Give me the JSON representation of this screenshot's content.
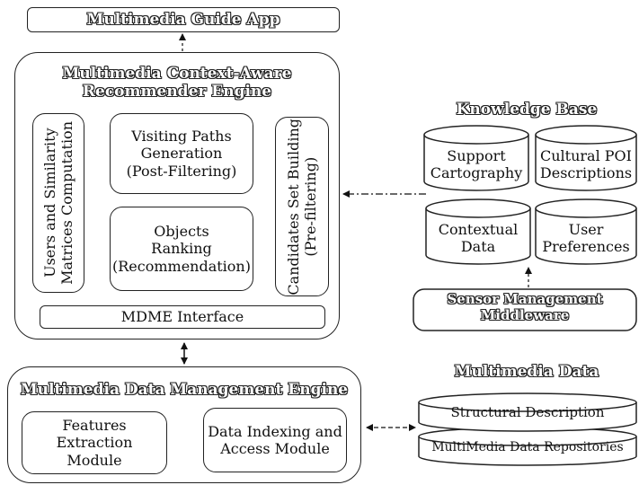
{
  "app": {
    "label": "Multimedia Guide App"
  },
  "recommender": {
    "title": "Multimedia Context-Aware\nRecommender Engine",
    "users_matrices": "Users and Similarity\nMatrices Computation",
    "visiting_paths": "Visiting Paths\nGeneration\n(Post-Filtering)",
    "objects_ranking": "Objects\nRanking\n(Recommendation)",
    "candidates": "Candidates Set Building\n(Pre-filtering)",
    "mdme": "MDME Interface"
  },
  "knowledge_base": {
    "title": "Knowledge Base",
    "support_cartography": "Support\nCartography",
    "cultural_poi": "Cultural POI\nDescriptions",
    "contextual_data": "Contextual\nData",
    "user_preferences": "User\nPreferences"
  },
  "sensor": {
    "label": "Sensor Management\nMiddleware"
  },
  "data_engine": {
    "title": "Multimedia Data Management Engine",
    "features": "Features Extraction\nModule",
    "indexing": "Data Indexing and\nAccess Module"
  },
  "multimedia_data": {
    "title": "Multimedia Data",
    "structural": "Structural Description",
    "repositories": "MultiMedia Data Repositories"
  }
}
